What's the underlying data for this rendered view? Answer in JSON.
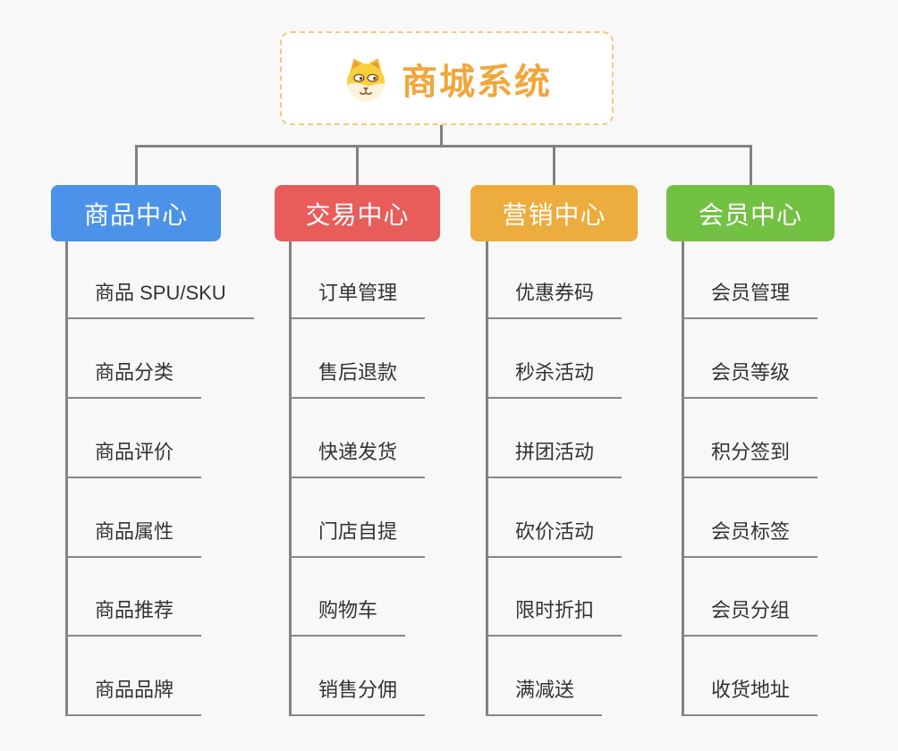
{
  "root": {
    "title": "商城系统",
    "icon": "dog-face-icon"
  },
  "colors": {
    "background": "#f8f8f8",
    "connector_gray": "#828282",
    "underline_gray": "#878787",
    "root_text": "#f1a73c",
    "root_border": "#f5c87e",
    "item_text": "#333333",
    "branch_text": "#ffffff"
  },
  "branches": [
    {
      "label": "商品中心",
      "color": "#4b92e8",
      "items": [
        "商品 SPU/SKU",
        "商品分类",
        "商品评价",
        "商品属性",
        "商品推荐",
        "商品品牌"
      ]
    },
    {
      "label": "交易中心",
      "color": "#e85c5a",
      "items": [
        "订单管理",
        "售后退款",
        "快递发货",
        "门店自提",
        "购物车",
        "销售分佣"
      ]
    },
    {
      "label": "营销中心",
      "color": "#ecac3e",
      "items": [
        "优惠券码",
        "秒杀活动",
        "拼团活动",
        "砍价活动",
        "限时折扣",
        "满减送"
      ]
    },
    {
      "label": "会员中心",
      "color": "#72c143",
      "items": [
        "会员管理",
        "会员等级",
        "积分签到",
        "会员标签",
        "会员分组",
        "收货地址"
      ]
    }
  ]
}
